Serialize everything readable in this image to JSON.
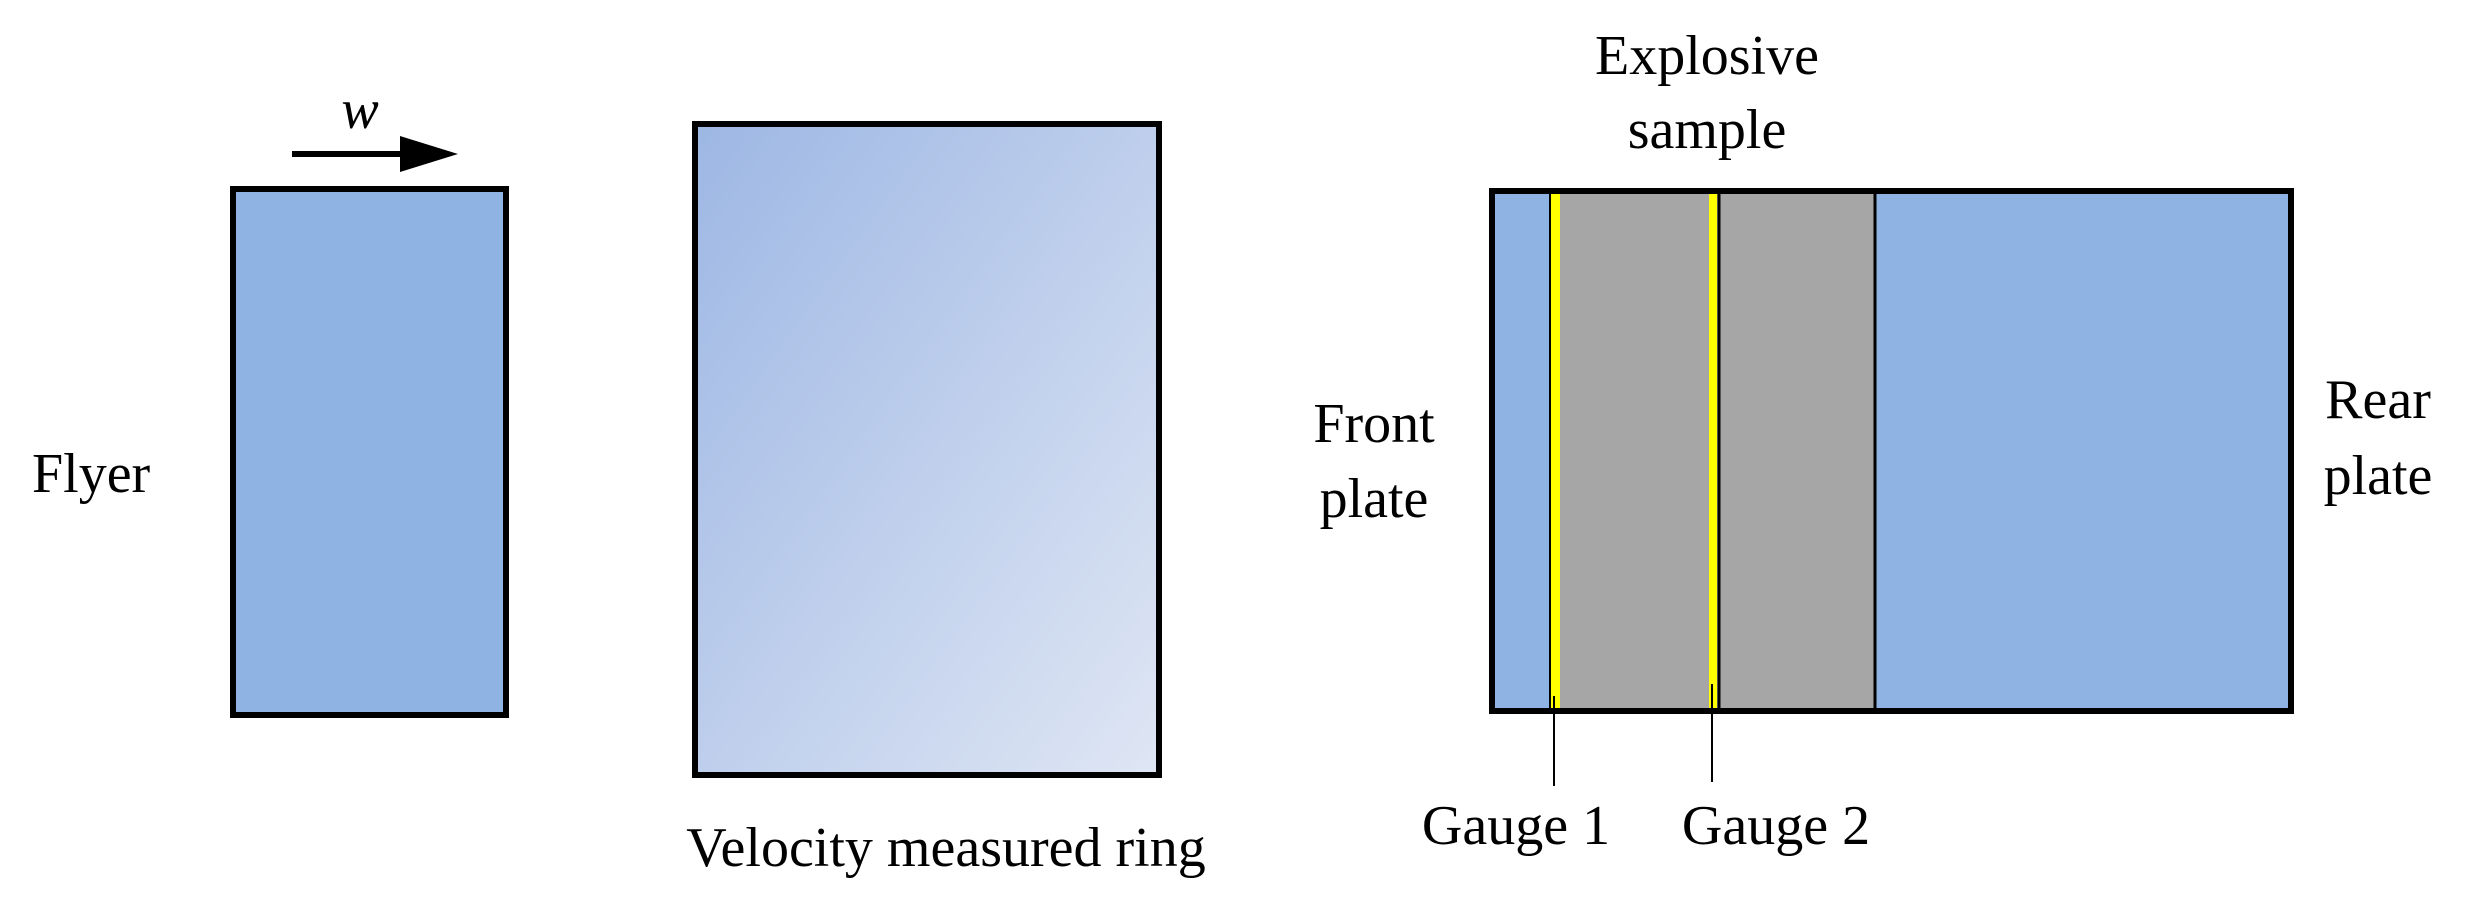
{
  "labels": {
    "velocity_symbol": "w",
    "flyer": "Flyer",
    "ring": "Velocity measured ring",
    "explosive_line1": "Explosive",
    "explosive_line2": "sample",
    "front_line1": "Front",
    "front_line2": "plate",
    "rear_line1": "Rear",
    "rear_line2": "plate",
    "gauge1": "Gauge 1",
    "gauge2": "Gauge 2"
  },
  "colors": {
    "plate_blue": "#8fb3e2",
    "ring_gradient_start": "#9db7e4",
    "ring_gradient_end": "#dfe6f4",
    "explosive_gray": "#a6a6a6",
    "gauge_yellow": "#ffff00",
    "outline": "#000000"
  }
}
